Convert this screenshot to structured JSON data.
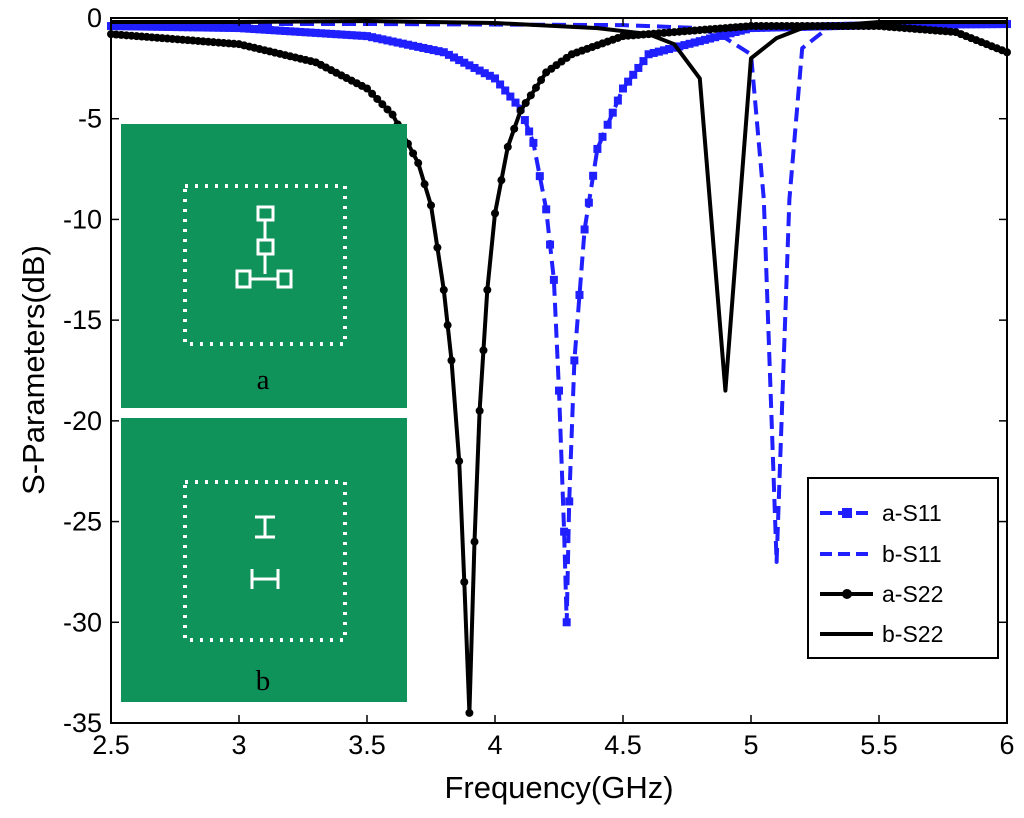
{
  "chart_data": {
    "type": "line",
    "xlabel": "Frequency(GHz)",
    "ylabel": "S-Parameters(dB)",
    "xlim": [
      2.5,
      6
    ],
    "ylim": [
      -35,
      0
    ],
    "xticks": [
      "2.5",
      "3",
      "3.5",
      "4",
      "4.5",
      "5",
      "5.5",
      "6"
    ],
    "yticks": [
      "0",
      "-5",
      "-10",
      "-15",
      "-20",
      "-25",
      "-30",
      "-35"
    ],
    "legend_position": "bottom-right",
    "series": [
      {
        "name": "a-S11",
        "color": "#1f1fff",
        "style": "dashed-square",
        "x": [
          2.5,
          3.0,
          3.5,
          3.8,
          4.0,
          4.1,
          4.15,
          4.2,
          4.23,
          4.25,
          4.27,
          4.28,
          4.29,
          4.31,
          4.35,
          4.4,
          4.5,
          4.6,
          5.0,
          5.5,
          6.0
        ],
        "y": [
          -0.4,
          -0.5,
          -0.9,
          -1.7,
          -3.0,
          -4.5,
          -6.2,
          -9.5,
          -13.0,
          -18.5,
          -25.5,
          -30.0,
          -24.0,
          -17.0,
          -10.5,
          -6.5,
          -3.5,
          -1.8,
          -0.5,
          -0.35,
          -0.3
        ]
      },
      {
        "name": "b-S11",
        "color": "#1f1fff",
        "style": "dashed",
        "x": [
          2.5,
          3.5,
          4.5,
          4.8,
          4.9,
          5.0,
          5.05,
          5.1,
          5.15,
          5.2,
          5.3,
          5.5,
          6.0
        ],
        "y": [
          -0.3,
          -0.3,
          -0.35,
          -0.5,
          -1.0,
          -1.8,
          -9.0,
          -27.0,
          -9.0,
          -1.5,
          -0.5,
          -0.35,
          -0.3
        ]
      },
      {
        "name": "a-S22",
        "color": "#000000",
        "style": "solid-circle",
        "x": [
          2.5,
          3.0,
          3.3,
          3.5,
          3.6,
          3.7,
          3.75,
          3.8,
          3.83,
          3.86,
          3.88,
          3.9,
          3.92,
          3.94,
          3.97,
          4.0,
          4.05,
          4.1,
          4.2,
          4.3,
          4.5,
          5.0,
          5.5,
          5.8,
          6.0
        ],
        "y": [
          -0.8,
          -1.3,
          -2.2,
          -3.5,
          -4.8,
          -7.2,
          -9.3,
          -13.5,
          -17.0,
          -22.0,
          -28.0,
          -34.5,
          -26.0,
          -19.5,
          -13.5,
          -9.7,
          -6.4,
          -4.6,
          -2.7,
          -1.8,
          -0.9,
          -0.4,
          -0.4,
          -0.7,
          -1.7
        ]
      },
      {
        "name": "b-S22",
        "color": "#000000",
        "style": "solid",
        "x": [
          2.5,
          3.0,
          3.5,
          4.0,
          4.4,
          4.6,
          4.7,
          4.8,
          4.9,
          5.0,
          5.1,
          5.2,
          5.5,
          6.0
        ],
        "y": [
          -0.2,
          -0.2,
          -0.15,
          -0.25,
          -0.5,
          -0.8,
          -1.3,
          -3.0,
          -18.5,
          -2.0,
          -1.0,
          -0.5,
          -0.2,
          -0.2
        ]
      }
    ]
  },
  "inset": {
    "label_a": "a",
    "label_b": "b",
    "board_color": "#10935a"
  }
}
